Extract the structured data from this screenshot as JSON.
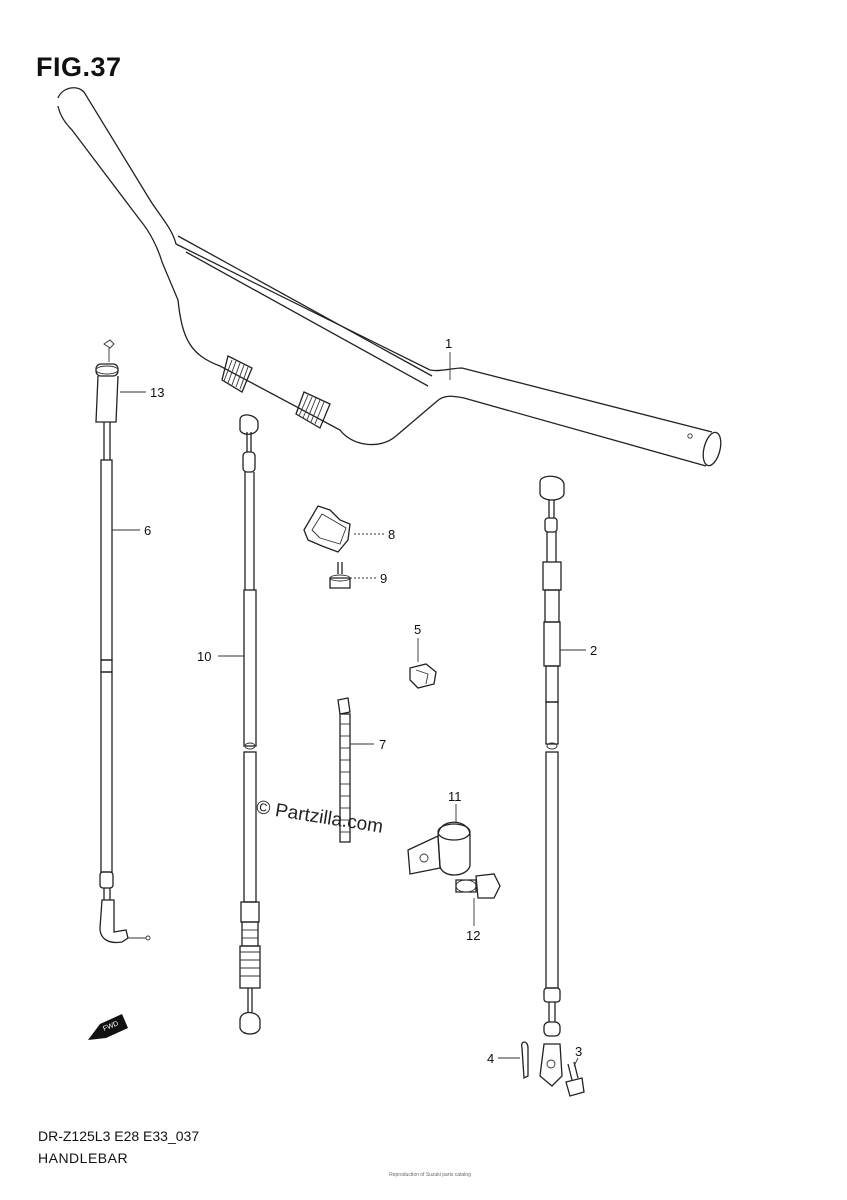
{
  "figure_title": "FIG.37",
  "diagram_code": "DR-Z125L3 E28 E33_037",
  "diagram_name": "HANDLEBAR",
  "watermark": "© Partzilla.com",
  "tiny_note": "Reproduction of Suzuki parts catalog",
  "fwd_marker": "FWD",
  "callouts": [
    "1",
    "2",
    "3",
    "4",
    "5",
    "6",
    "7",
    "8",
    "9",
    "10",
    "11",
    "12",
    "13"
  ]
}
